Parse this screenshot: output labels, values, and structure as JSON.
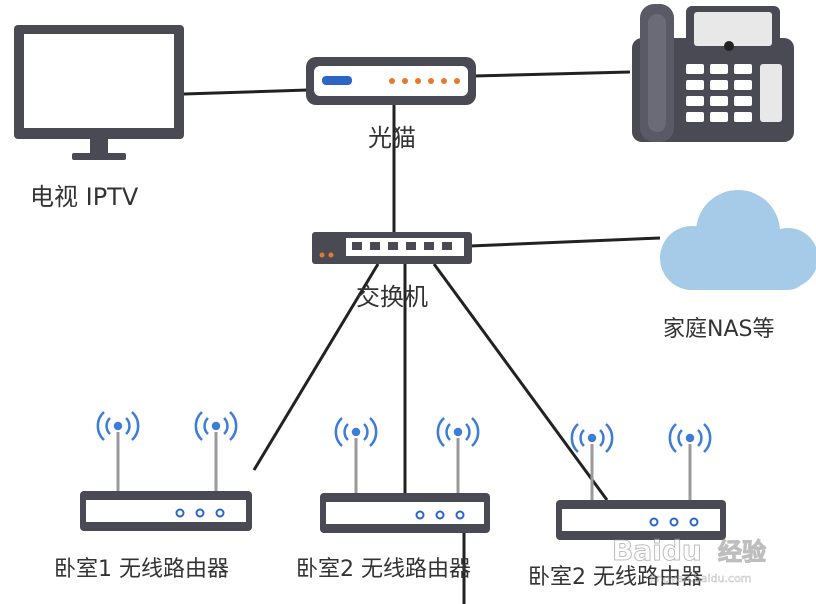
{
  "nodes": {
    "tv": {
      "label": "电视 IPTV",
      "icon": "monitor-icon"
    },
    "modem": {
      "label": "光猫",
      "icon": "modem-icon"
    },
    "phone": {
      "label": "",
      "icon": "telephone-icon"
    },
    "switch": {
      "label": "交换机",
      "icon": "switch-icon"
    },
    "nas": {
      "label": "家庭NAS等",
      "icon": "cloud-icon"
    },
    "router1": {
      "label": "卧室1 无线路由器",
      "icon": "wireless-router-icon"
    },
    "router2": {
      "label": "卧室2 无线路由器",
      "icon": "wireless-router-icon"
    },
    "router3": {
      "label": "卧室2 无线路由器",
      "icon": "wireless-router-icon"
    }
  },
  "connections": [
    [
      "modem",
      "tv"
    ],
    [
      "modem",
      "phone"
    ],
    [
      "modem",
      "switch"
    ],
    [
      "switch",
      "nas"
    ],
    [
      "switch",
      "router1"
    ],
    [
      "switch",
      "router2"
    ],
    [
      "switch",
      "router3"
    ]
  ],
  "watermark": {
    "brand": "Baidu",
    "service": "经验",
    "sub": "jingyan.baidu.com"
  },
  "colors": {
    "line": "#222222",
    "device_dark": "#4a4a55",
    "device_light": "#ffffff",
    "signal": "#3d7dd8",
    "cloud": "#a5cbe8",
    "led_orange": "#e8782a",
    "led_blue": "#2b66c7"
  }
}
